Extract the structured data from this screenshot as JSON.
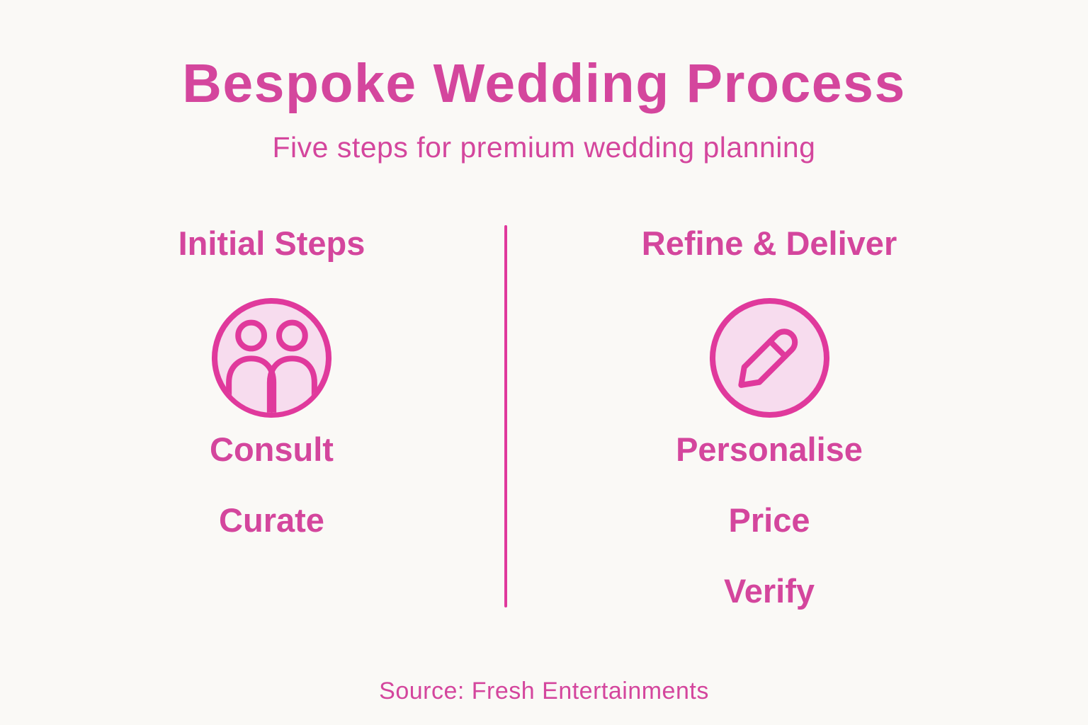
{
  "title": "Bespoke Wedding Process",
  "subtitle": "Five steps for premium wedding planning",
  "columns": [
    {
      "heading": "Initial Steps",
      "icon": "people-icon",
      "steps": [
        "Consult",
        "Curate"
      ]
    },
    {
      "heading": "Refine & Deliver",
      "icon": "pencil-icon",
      "steps": [
        "Personalise",
        "Price",
        "Verify"
      ]
    }
  ],
  "source": "Source: Fresh Entertainments",
  "colors": {
    "background": "#faf9f6",
    "text_pink": "#d4469d",
    "icon_stroke": "#e0399c",
    "icon_fill": "#f7dcee",
    "divider": "#e0399c"
  }
}
